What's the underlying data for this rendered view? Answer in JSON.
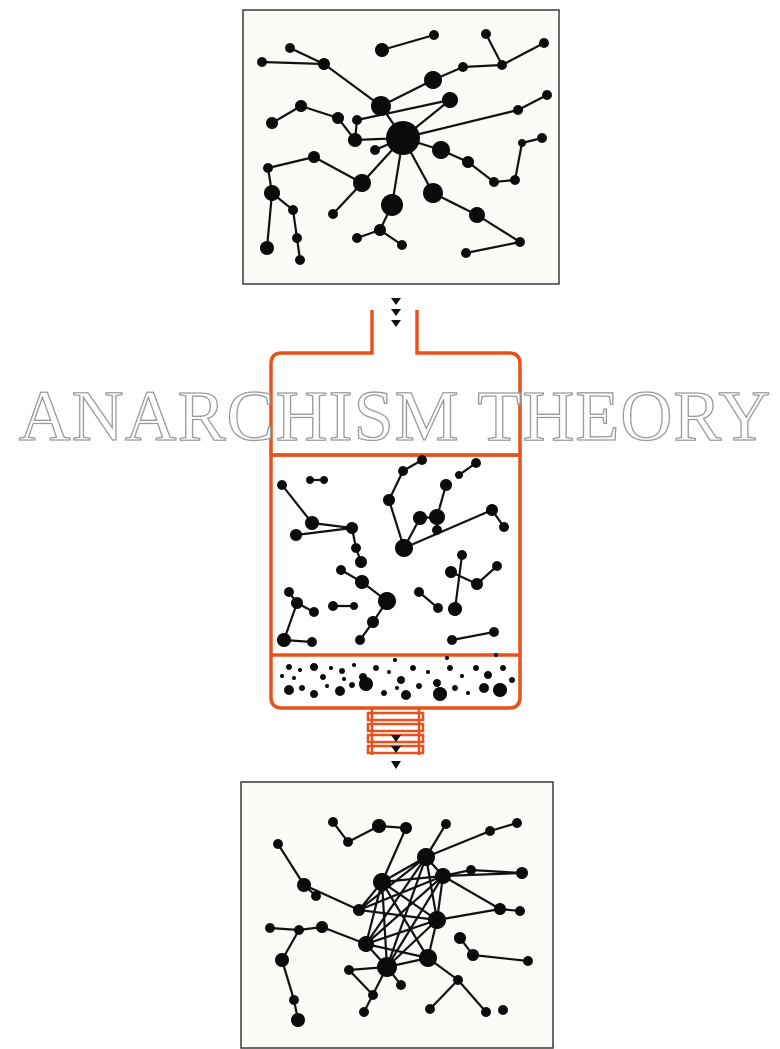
{
  "title": "ANARCHISM THEORY",
  "colors": {
    "filter_outline": "#e8501c",
    "nodes": "#0b0b0b",
    "title_outline": "#9a9a9a"
  },
  "panels": [
    {
      "id": "top",
      "depicts": "centralized network"
    },
    {
      "id": "filter-chamber",
      "depicts": "fragmented network"
    },
    {
      "id": "sediment",
      "depicts": "scattered nodes"
    },
    {
      "id": "bottom",
      "depicts": "distributed network"
    }
  ]
}
